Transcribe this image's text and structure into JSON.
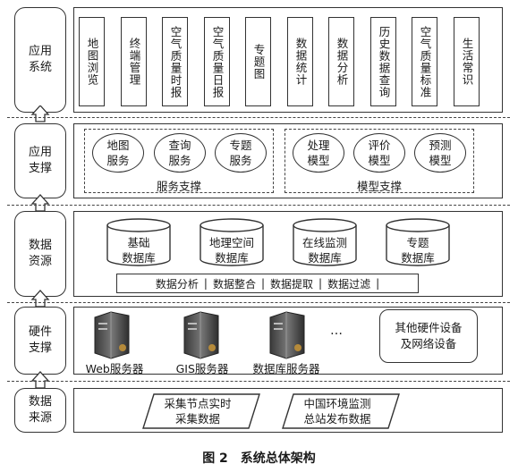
{
  "layers": [
    {
      "id": "app_system",
      "label": "应用\n系统"
    },
    {
      "id": "app_support",
      "label": "应用\n支撑"
    },
    {
      "id": "data_resource",
      "label": "数据\n资源"
    },
    {
      "id": "hardware",
      "label": "硬件\n支撑"
    },
    {
      "id": "data_source",
      "label": "数据\n来源"
    }
  ],
  "app_systems": [
    "地图浏览",
    "终端管理",
    "空气质量时报",
    "空气质量日报",
    "专题图",
    "数据统计",
    "数据分析",
    "历史数据查询",
    "空气质量标准",
    "生活常识"
  ],
  "service_support": {
    "caption": "服务支撑",
    "items": [
      "地图\n服务",
      "查询\n服务",
      "专题\n服务"
    ]
  },
  "model_support": {
    "caption": "模型支撑",
    "items": [
      "处理\n模型",
      "评价\n模型",
      "预测\n模型"
    ]
  },
  "databases": [
    "基础\n数据库",
    "地理空间\n数据库",
    "在线监测\n数据库",
    "专题\n数据库"
  ],
  "data_operations": [
    "数据分析",
    "数据整合",
    "数据提取",
    "数据过滤"
  ],
  "servers": [
    "Web服务器",
    "GIS服务器",
    "数据库服务器"
  ],
  "ellipsis": "…",
  "other_hardware": "其他硬件设备\n及网络设备",
  "data_sources": [
    "采集节点实时\n采集数据",
    "中国环境监测\n总站发布数据"
  ],
  "figure_caption": "图 2　系统总体架构"
}
